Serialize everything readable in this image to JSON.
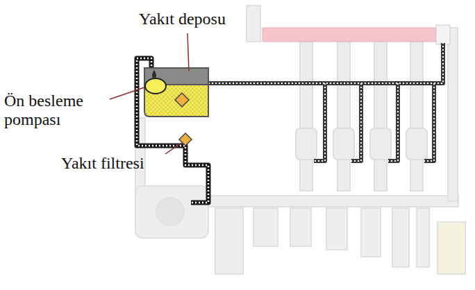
{
  "diagram": {
    "labels": [
      "Yakıt deposu",
      "Ön besleme pompası",
      "Yakıt filtresi"
    ]
  }
}
